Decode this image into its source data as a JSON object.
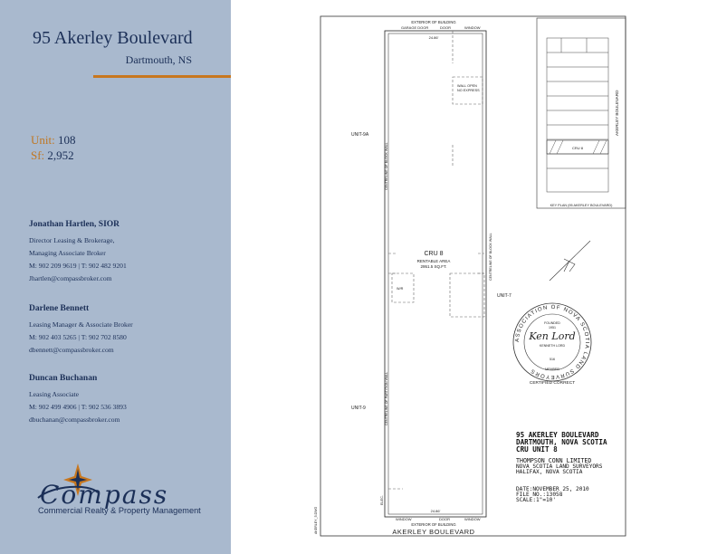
{
  "property": {
    "address": "95 Akerley Boulevard",
    "city": "Dartmouth, NS"
  },
  "unit": {
    "label": "Unit:",
    "value": "108"
  },
  "sf": {
    "label": "Sf:",
    "value": "2,952"
  },
  "contacts": [
    {
      "name": "Jonathan Hartlen, SIOR",
      "lines": [
        "Director Leasing & Brokerage,",
        "Managing Associate Broker",
        "M: 902 209 9619 | T: 902 482 9201",
        "Jhartlen@compassbroker.com"
      ]
    },
    {
      "name": "Darlene Bennett",
      "lines": [
        "Leasing Manager & Associate Broker",
        "M: 902 403 5265 | T: 902 702 8580",
        "dbennett@compassbroker.com"
      ]
    },
    {
      "name": "Duncan Buchanan",
      "lines": [
        "Leasing Associate",
        "M: 902 499 4906 | T: 902 536 3893",
        "dbuchanan@compassbroker.com"
      ]
    }
  ],
  "logo": {
    "wordmark": "Compass",
    "tagline": "Commercial Realty & Property Management"
  },
  "plan": {
    "top_labels": [
      "EXTERIOR OF BUILDING",
      "GARAGE DOOR",
      "DOOR",
      "WINDOW",
      "24.86'"
    ],
    "bottom_labels": [
      "24.86'",
      "WINDOW",
      "DOOR",
      "WINDOW",
      "EXTERIOR OF BUILDING"
    ],
    "wall_open": [
      "WALL OPEN",
      "NO EXPRESS"
    ],
    "unit_labels": [
      "UNIT-9A",
      "UNIT-7",
      "UNIT-9"
    ],
    "cru_title": "CRU 8",
    "rentable_area": [
      "RENTABLE AREA",
      "2951.5 SQ.FT."
    ],
    "wall_notes": [
      "CENTRELINE OF BLOCK WALL",
      "CENTRELINE OF BLOCK WALL",
      "CENTRELINE OF PARTITION WALL"
    ],
    "small_labels": [
      "W/R",
      "ELEC."
    ],
    "street": "AKERLEY BOULEVARD",
    "key_plan_street": "AKERLEY BOULEVARD",
    "key_plan_caption": "KEY PLAN (95 AKERLEY BOULEVARD)",
    "key_plan_cru": "CRU 8",
    "seal": {
      "ring_text": "ASSOCIATION OF NOVA SCOTIA LAND SURVEYORS",
      "founded": "FOUNDED",
      "year": "1951",
      "signature": "Ken Lord",
      "name": "KENNETH LORD",
      "number": "516",
      "member": "MEMBER"
    },
    "certified": "CERTIFIED CORRECT",
    "side_code": "AKERLEY_5.DWG"
  },
  "title_block": {
    "line1": "95 AKERLEY BOULEVARD",
    "line2": "DARTMOUTH, NOVA SCOTIA",
    "line3": "CRU UNIT 8",
    "company": "THOMPSON CONN LIMITED",
    "company_sub": "NOVA SCOTIA LAND SURVEYORS",
    "company_loc": "HALIFAX, NOVA SCOTIA",
    "date": "DATE:NOVEMBER 25, 2010",
    "file": "FILE NO.:13058",
    "scale": "SCALE:1\"=10'"
  },
  "colors": {
    "panel_bg": "#a9b9ce",
    "navy": "#1b2f57",
    "accent_orange": "#c8771e"
  }
}
